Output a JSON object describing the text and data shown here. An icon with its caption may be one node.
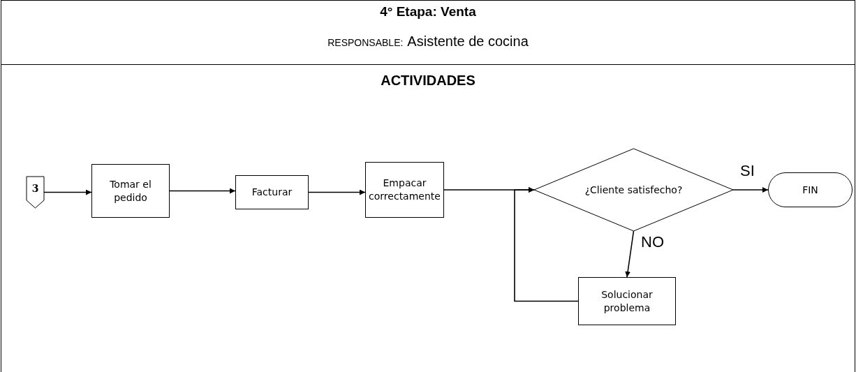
{
  "diagram": {
    "title": "4° Etapa: Venta",
    "nodes": [
      {
        "text": [
          "3"
        ]
      },
      {
        "text": [
          "Tomar el pedido"
        ]
      },
      {
        "text": [
          "Facturar"
        ]
      },
      {
        "text": [
          "Empacar correctamente"
        ]
      },
      {
        "text": [
          "¿Cliente satisfecho?"
        ]
      },
      {
        "text": [
          "FIN"
        ]
      },
      {
        "text": [
          "Solucionar problema"
        ]
      }
    ],
    "edges": [
      {
        "from": 0,
        "to": 1,
        "arrow": "to"
      },
      {
        "from": 1,
        "to": 2,
        "arrow": "to"
      },
      {
        "from": 2,
        "to": 3,
        "arrow": "to"
      },
      {
        "from": 3,
        "to": 4,
        "arrow": "to"
      },
      {
        "from": 4,
        "to": 5,
        "arrow": "to",
        "label": "SI"
      },
      {
        "from": 4,
        "to": 6,
        "arrow": "to",
        "label": "NO"
      },
      {
        "from": 6,
        "to": 4,
        "arrow": "to"
      }
    ],
    "labels": [
      "RESPONSABLE:",
      "Asistente de cocina",
      "ACTIVIDADES"
    ]
  }
}
